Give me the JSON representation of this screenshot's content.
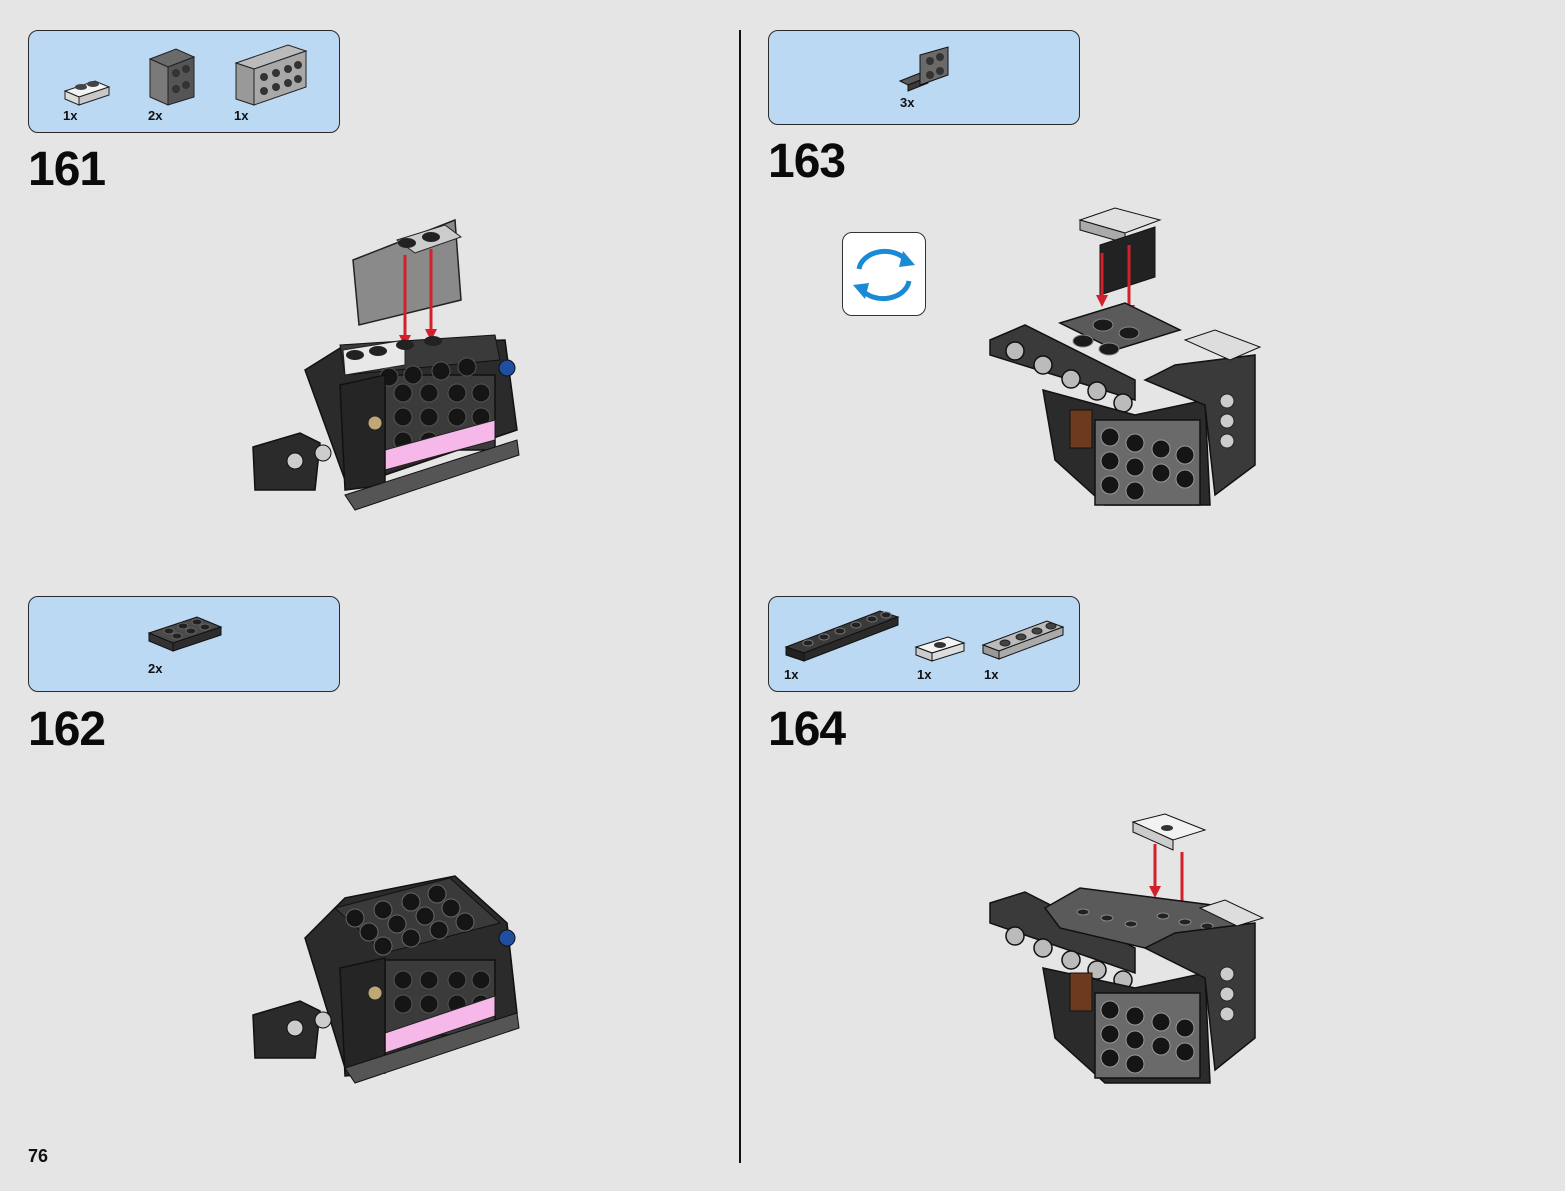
{
  "page_number": "76",
  "steps": [
    {
      "number": "161",
      "parts": [
        {
          "qty": "1x",
          "icon": "white-plate-1x2-icon"
        },
        {
          "qty": "2x",
          "icon": "dark-bracket-2x2-icon"
        },
        {
          "qty": "1x",
          "icon": "gray-bracket-2x4-icon"
        }
      ]
    },
    {
      "number": "162",
      "parts": [
        {
          "qty": "2x",
          "icon": "dark-plate-2x3-icon"
        }
      ]
    },
    {
      "number": "163",
      "parts": [
        {
          "qty": "3x",
          "icon": "dark-bracket-2x2-icon"
        }
      ],
      "rotate_icon": "rotate-model-icon"
    },
    {
      "number": "164",
      "parts": [
        {
          "qty": "1x",
          "icon": "black-plate-1x6-icon"
        },
        {
          "qty": "1x",
          "icon": "white-jumper-plate-icon"
        },
        {
          "qty": "1x",
          "icon": "gray-plate-1x4-icon"
        }
      ]
    }
  ],
  "colors": {
    "parts_box": "#bcd9f3",
    "arrow": "#d3202a",
    "background": "#e5e5e5"
  }
}
